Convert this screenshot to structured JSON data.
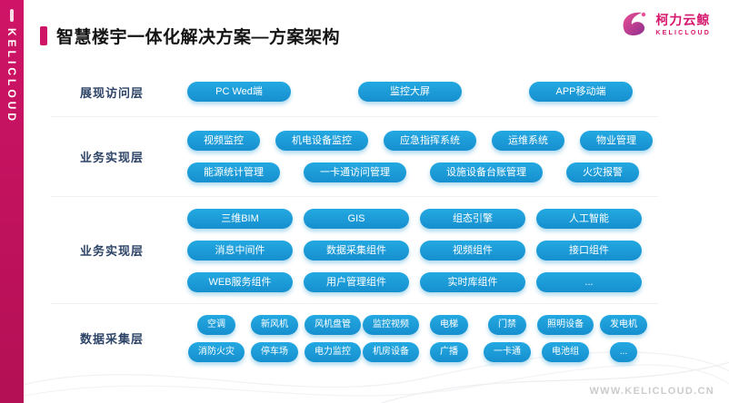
{
  "sidebar": {
    "brand": "KELICLOUD"
  },
  "header": {
    "title": "智慧楼宇一体化解决方案—方案架构"
  },
  "logo": {
    "name": "柯力云鲸",
    "sub": "KELICLOUD"
  },
  "footer": {
    "url": "WWW.KELICLOUD.CN"
  },
  "colors": {
    "accent": "#cf1466",
    "button": "#1b9bd8",
    "label": "#2e4467"
  },
  "layers": [
    {
      "label": "展现访问层",
      "rows": [
        [
          "PC Wed端",
          "监控大屏",
          "APP移动端"
        ]
      ]
    },
    {
      "label": "业务实现层",
      "rows": [
        [
          "视频监控",
          "机电设备监控",
          "应急指挥系统",
          "运维系统",
          "物业管理"
        ],
        [
          "能源统计管理",
          "一卡通访问管理",
          "设施设备台账管理",
          "火灾报警"
        ]
      ]
    },
    {
      "label": "业务实现层",
      "rows": [
        [
          "三维BIM",
          "GIS",
          "组态引擎",
          "人工智能"
        ],
        [
          "消息中间件",
          "数据采集组件",
          "视频组件",
          "接口组件"
        ],
        [
          "WEB服务组件",
          "用户管理组件",
          "实时库组件",
          "..."
        ]
      ]
    },
    {
      "label": "数据采集层",
      "rows": [
        [
          "空调",
          "新风机",
          "风机盘管",
          "监控视频",
          "电梯",
          "门禁",
          "照明设备",
          "发电机"
        ],
        [
          "消防火灾",
          "停车场",
          "电力监控",
          "机房设备",
          "广播",
          "一卡通",
          "电池组",
          "..."
        ]
      ]
    }
  ]
}
